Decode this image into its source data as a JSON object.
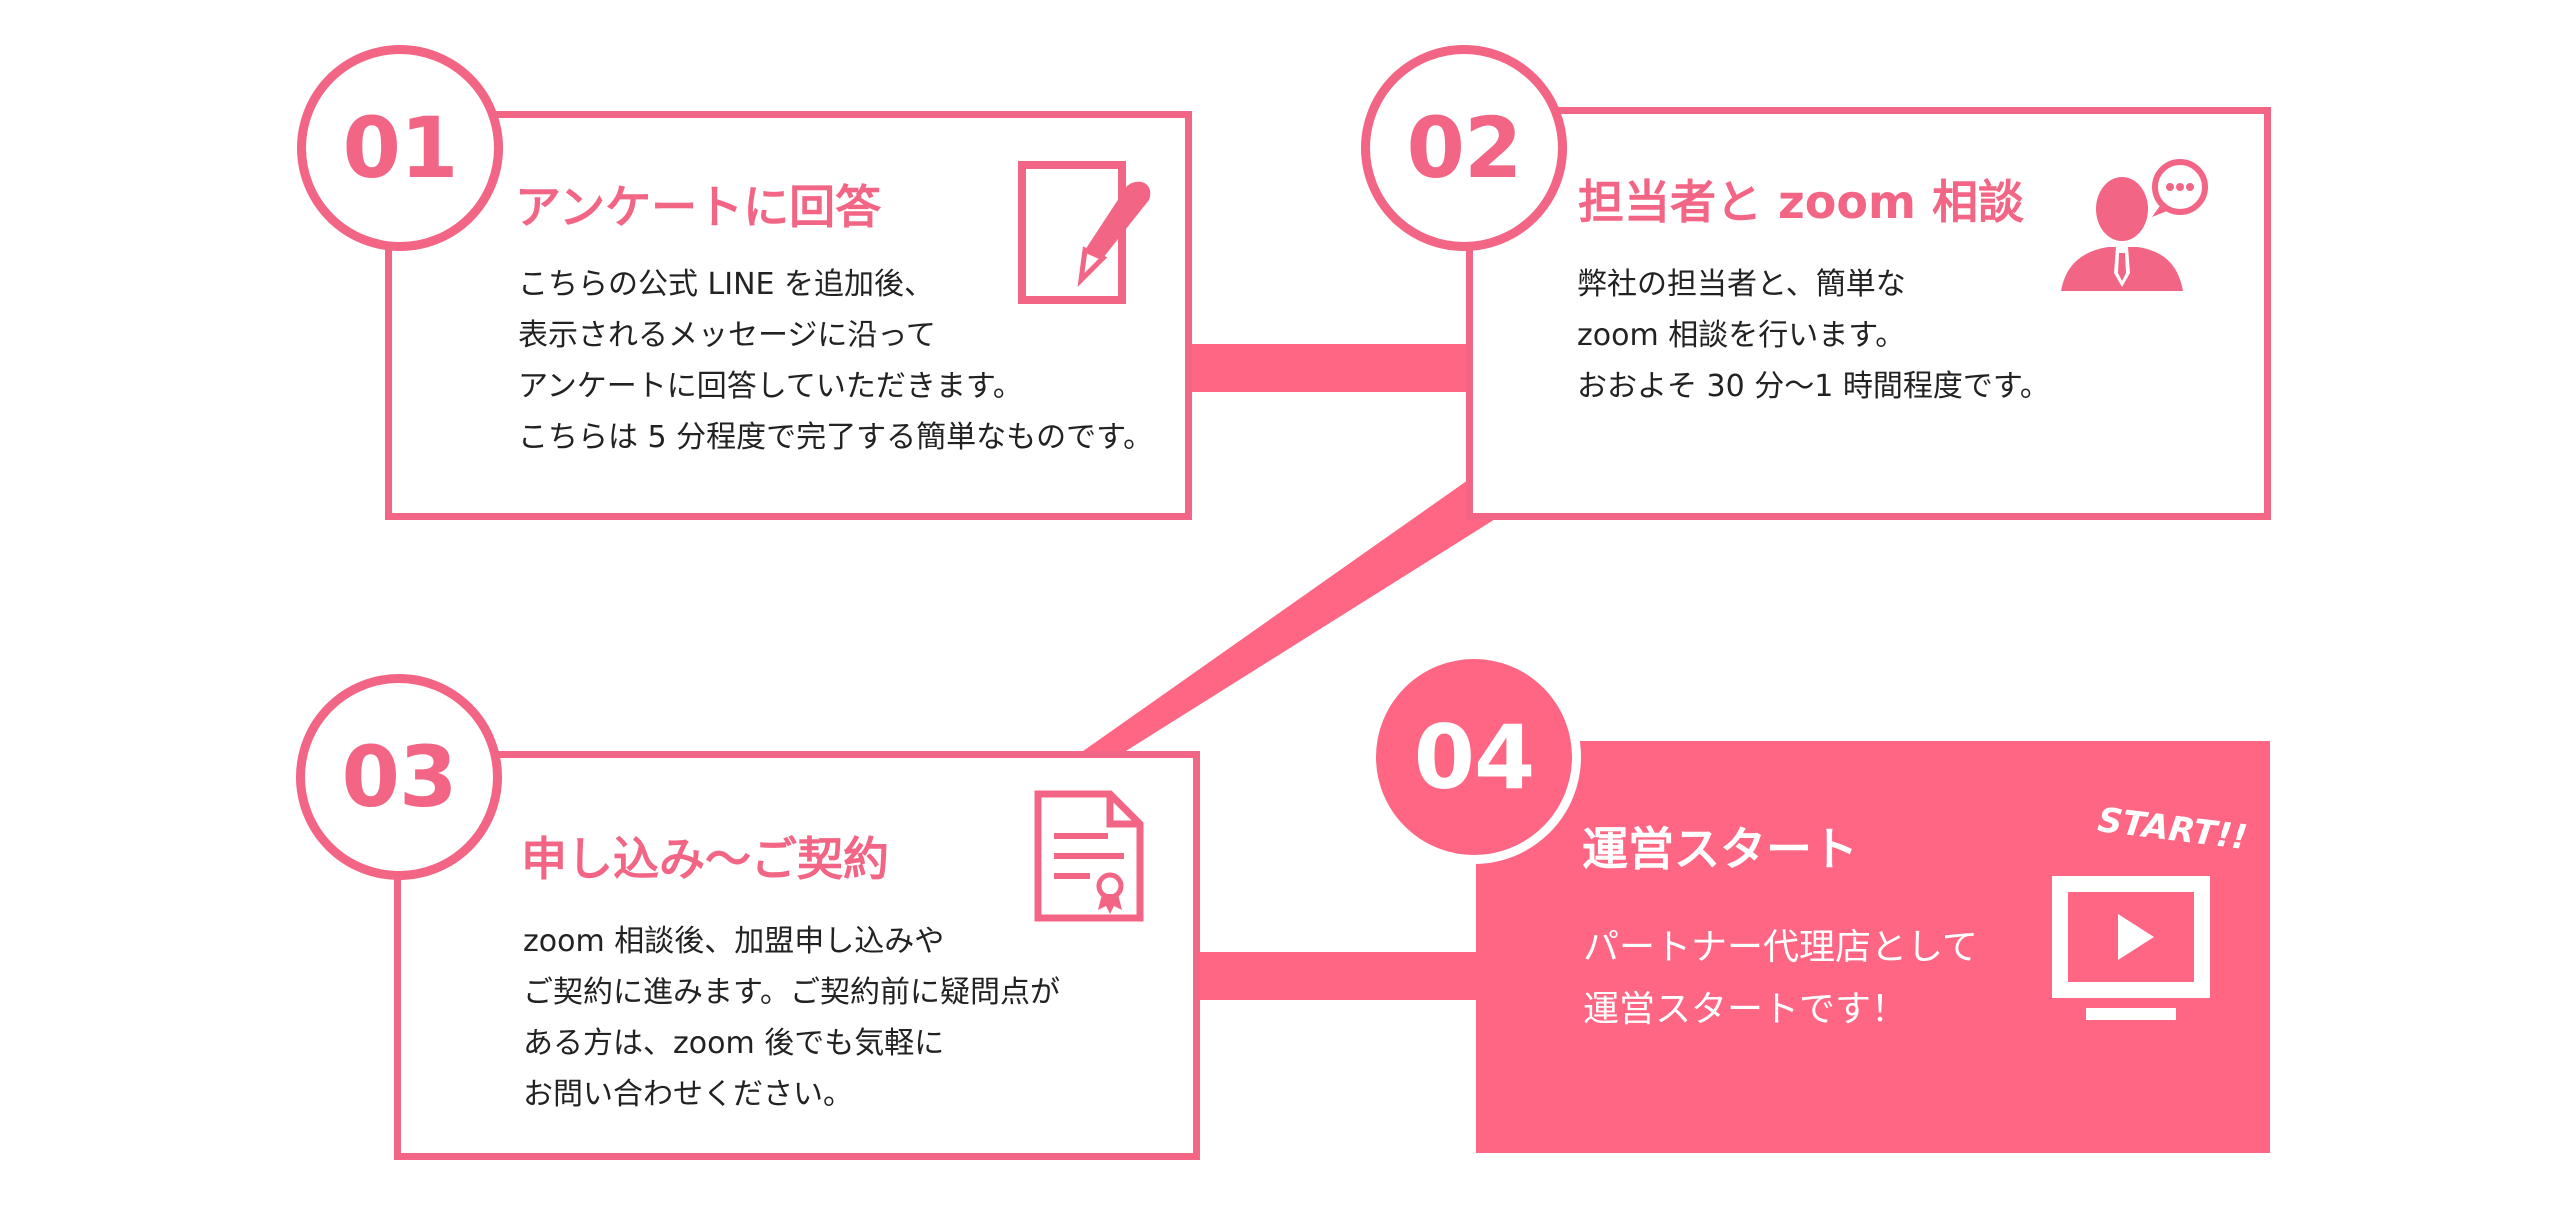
{
  "colors": {
    "accent": "#f26585",
    "accent_fill": "#fe6683",
    "text_dark": "#222222",
    "background": "#ffffff"
  },
  "steps": [
    {
      "number": "01",
      "title": "アンケートに回答",
      "icon": "document-pen-icon",
      "lines": [
        "こちらの公式 LINE を追加後、",
        "表示されるメッセージに沿って",
        "アンケートに回答していただきます。",
        "こちらは 5 分程度で完了する簡単なものです。"
      ]
    },
    {
      "number": "02",
      "title": "担当者と zoom 相談",
      "icon": "consultant-speech-icon",
      "lines": [
        "弊社の担当者と、簡単な",
        "zoom 相談を行います。",
        "おおよそ 30 分〜1 時間程度です。"
      ]
    },
    {
      "number": "03",
      "title": "申し込み〜ご契約",
      "icon": "contract-certificate-icon",
      "lines": [
        "zoom 相談後、加盟申し込みや",
        "ご契約に進みます。ご契約前に疑問点が",
        "ある方は、zoom 後でも気軽に",
        "お問い合わせください。"
      ]
    },
    {
      "number": "04",
      "title": "運営スタート",
      "icon": "monitor-play-icon",
      "badge": "START!!",
      "lines": [
        "パートナー代理店として",
        "運営スタートです！"
      ]
    }
  ]
}
